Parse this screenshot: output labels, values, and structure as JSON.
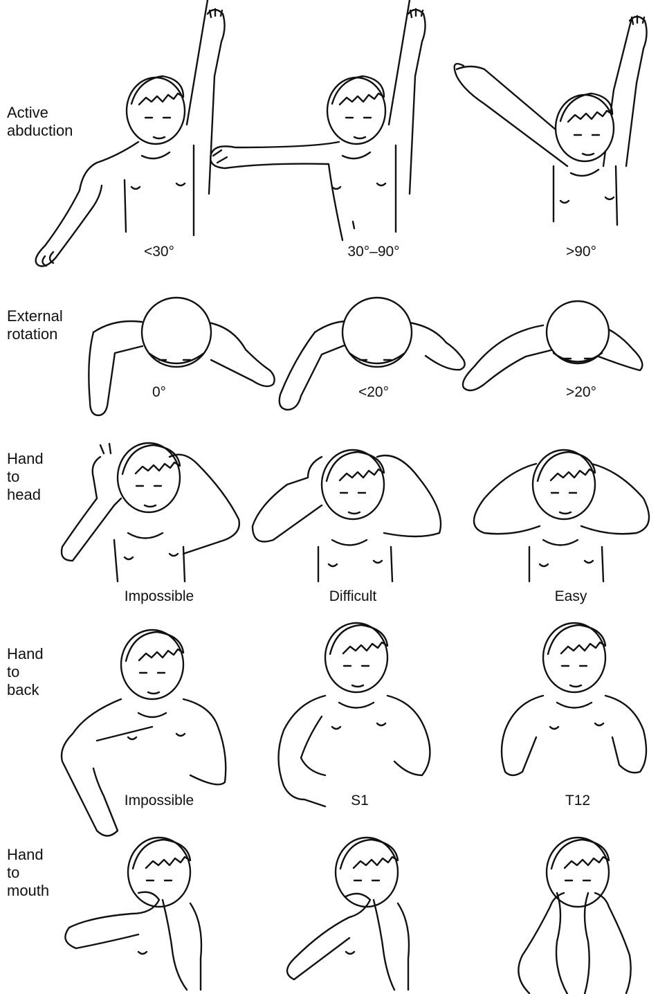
{
  "rows": [
    {
      "label_lines": [
        "Active",
        "abduction"
      ],
      "captions": [
        "<30°",
        "30°–90°",
        ">90°"
      ],
      "figures": [
        "child-arm-abduction-less-30",
        "child-arm-abduction-30-90",
        "child-arm-abduction-over-90"
      ]
    },
    {
      "label_lines": [
        "External",
        "rotation"
      ],
      "captions": [
        "0°",
        "<20°",
        ">20°"
      ],
      "figures": [
        "child-top-view-rotation-0",
        "child-top-view-rotation-less-20",
        "child-top-view-rotation-over-20"
      ]
    },
    {
      "label_lines": [
        "Hand",
        "to",
        "head"
      ],
      "captions": [
        "Impossible",
        "Difficult",
        "Easy"
      ],
      "figures": [
        "child-hand-head-impossible",
        "child-hand-head-difficult",
        "child-hand-head-easy"
      ]
    },
    {
      "label_lines": [
        "Hand",
        "to",
        "back"
      ],
      "captions": [
        "Impossible",
        "S1",
        "T12"
      ],
      "figures": [
        "child-hand-back-impossible",
        "child-hand-back-s1",
        "child-hand-back-t12"
      ]
    },
    {
      "label_lines": [
        "Hand",
        "to",
        "mouth"
      ],
      "captions": [],
      "figures": [
        "child-hand-mouth-1",
        "child-hand-mouth-2",
        "child-hand-mouth-3"
      ]
    }
  ]
}
